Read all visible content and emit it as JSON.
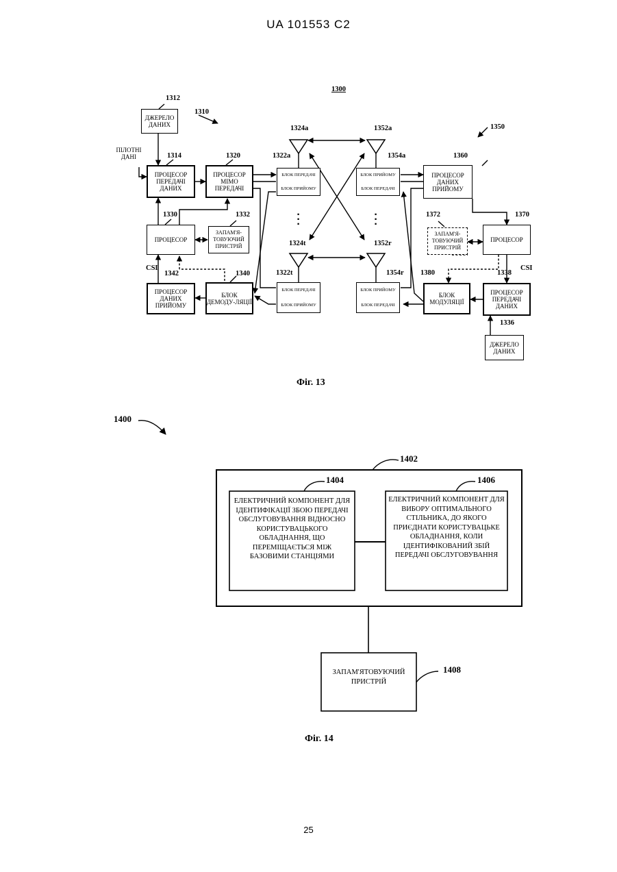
{
  "header": "UA   101553   C2",
  "page_number": "25",
  "fig13": {
    "caption": "Фіг. 13",
    "refs": {
      "system": "1300",
      "tx": "1310",
      "rx": "1350",
      "src_top": "1312",
      "tx_proc": "1314",
      "mimo": "1320",
      "proc": "1330",
      "mem": "1332",
      "rxdata": "1342",
      "demod": "1340",
      "ant_a": "1324a",
      "ant_t": "1324t",
      "unit_a": "1322a",
      "unit_t": "1322t",
      "ant_ra": "1352a",
      "ant_rr": "1352r",
      "unit_ra": "1354a",
      "unit_rr": "1354r",
      "rx_proc": "1360",
      "mem_r": "1372",
      "proc_r": "1370",
      "mod": "1380",
      "tx_proc_r": "1338",
      "src_r": "1336"
    },
    "pilot": "ПІЛОТНІ ДАНІ",
    "csi_left": "CSI",
    "csi_right": "CSI",
    "boxes": {
      "src_top": "ДЖЕРЕЛО ДАНИХ",
      "tx_proc": "ПРОЦЕСОР ПЕРЕДАЧІ ДАНИХ",
      "mimo": "ПРОЦЕСОР МІМО ПЕРЕДАЧІ",
      "proc": "ПРОЦЕСОР",
      "mem": "ЗАПАМ'Я-ТОВУЮЧИЙ ПРИСТРІЙ",
      "rxdata": "ПРОЦЕСОР ДАНИХ ПРИЙОМУ",
      "demod": "БЛОК ДЕМОДУ-ЛЯЦІЇ",
      "rx_proc": "ПРОЦЕСОР ДАНИХ ПРИЙОМУ",
      "mem_r": "ЗАПАМ'Я-ТОВУЮЧИЙ ПРИСТРІЙ",
      "proc_r": "ПРОЦЕСОР",
      "mod": "БЛОК МОДУЛЯЦІЇ",
      "tx_proc_r": "ПРОЦЕСОР ПЕРЕДАЧІ ДАНИХ",
      "src_r": "ДЖЕРЕЛО ДАНИХ"
    },
    "units": {
      "tx_half": "БЛОК ПЕРЕДАЧІ",
      "rx_half": "БЛОК ПРИЙОМУ"
    }
  },
  "fig14": {
    "caption": "Фіг. 14",
    "refs": {
      "system": "1400",
      "outer": "1402",
      "left": "1404",
      "right": "1406",
      "mem": "1408"
    },
    "left_text": "ЕЛЕКТРИЧНИЙ КОМПОНЕНТ ДЛЯ ІДЕНТИФІКАЦІЇ ЗБОЮ ПЕРЕДАЧІ ОБСЛУГОВУВАННЯ ВІДНОСНО КОРИСТУВАЦЬКОГО ОБЛАДНАННЯ, ЩО ПЕРЕМІЩАЄТЬСЯ МІЖ БАЗОВИМИ СТАНЦІЯМИ",
    "right_text": "ЕЛЕКТРИЧНИЙ КОМПОНЕНТ ДЛЯ ВИБОРУ ОПТИМАЛЬНОГО СТІЛЬНИКА, ДО ЯКОГО ПРИЄДНАТИ КОРИСТУВАЦЬКЕ ОБЛАДНАННЯ, КОЛИ ІДЕНТИФІКОВАНИЙ ЗБІЙ ПЕРЕДАЧІ ОБСЛУГОВУВАННЯ",
    "mem_text": "ЗАПАМ'ЯТОВУЮЧИЙ ПРИСТРІЙ"
  }
}
